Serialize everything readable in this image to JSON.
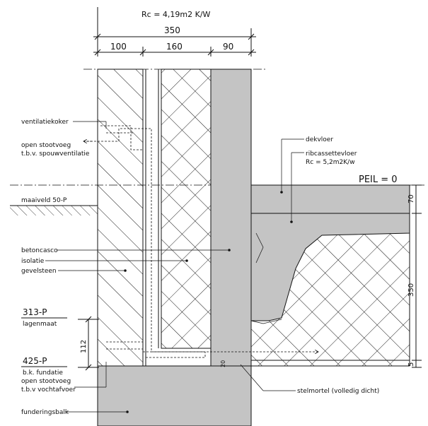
{
  "title": "Rc = 4,19m2 K/W",
  "dimensions": {
    "total": "350",
    "parts": [
      "100",
      "160",
      "90"
    ],
    "vertical_right": [
      "70",
      "350",
      "5"
    ],
    "vertical_left": "112",
    "small": "20"
  },
  "levels": {
    "peil": "PEIL = 0",
    "lagenmaat_value": "313-P",
    "lagenmaat": "lagenmaat",
    "fundatie_value": "425-P",
    "fundatie": "b.k. fundatie"
  },
  "labels": {
    "ventilatiekoker": "ventilatiekoker",
    "stootvoeg1_a": "open stootvoeg",
    "stootvoeg1_b": "t.b.v. spouwventilatie",
    "maaiveld": "maaiveld 50-P",
    "betoncasco": "betoncasco",
    "isolatie": "isolatie",
    "gevelsteen": "gevelsteen",
    "stootvoeg2_a": "open stootvoeg",
    "stootvoeg2_b": "t.b.v vochtafvoer",
    "funderingsbalk": "funderingsbalk",
    "dekvloer": "dekvloer",
    "ribcassette_a": "ribcassettevloer",
    "ribcassette_b": "Rc = 5,2m2K/w",
    "stelmortel": "stelmortel (volledig dicht)"
  },
  "colors": {
    "concrete": "#c4c4c4",
    "line": "#111111"
  }
}
